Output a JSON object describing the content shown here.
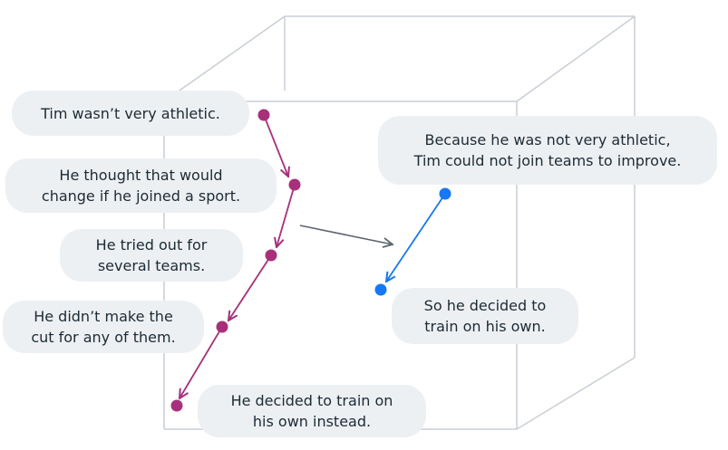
{
  "colors": {
    "cube_edge": "#c9ced6",
    "left_chain": "#a8307a",
    "right_chain": "#1877f2",
    "mapping_arrow": "#5b6670",
    "bubble_bg": "#edf0f3",
    "text": "#1c2b33"
  },
  "left_story": {
    "sentences": [
      {
        "lines": [
          "Tim wasn’t very athletic."
        ]
      },
      {
        "lines": [
          "He thought that would",
          "change if he joined a sport."
        ]
      },
      {
        "lines": [
          "He tried out for",
          "several teams."
        ]
      },
      {
        "lines": [
          "He didn’t make the",
          "cut for any of them."
        ]
      },
      {
        "lines": [
          "He decided to train on",
          "his own instead."
        ]
      }
    ]
  },
  "right_story": {
    "sentences": [
      {
        "lines": [
          "Because he was not very athletic,",
          "Tim could not join teams to improve."
        ]
      },
      {
        "lines": [
          "So he decided to",
          "train on his own."
        ]
      }
    ]
  }
}
